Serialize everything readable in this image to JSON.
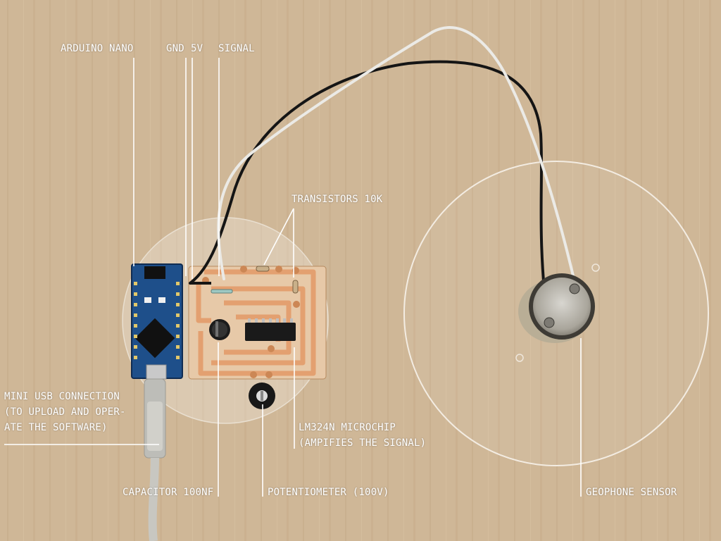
{
  "labels": {
    "arduino": "ARDUINO NANO",
    "gnd": "GND",
    "v5": "5V",
    "signal": "SIGNAL",
    "transistors": "TRANSISTORS 10K",
    "usb": [
      "MINI USB CONNECTION",
      "(TO UPLOAD AND OPER-",
      "ATE THE SOFTWARE)"
    ],
    "lm324": [
      "LM324N MICROCHIP",
      "(AMPIFIES THE SIGNAL)"
    ],
    "capacitor": "CAPACITOR 100NF",
    "potentiometer": "POTENTIOMETER (100V)",
    "geophone": "GEOPHONE SENSOR"
  },
  "colors": {
    "wood": "#cfb797",
    "copper": "#e3a070",
    "board": "#1e4f8a",
    "label": "#ffffff"
  }
}
